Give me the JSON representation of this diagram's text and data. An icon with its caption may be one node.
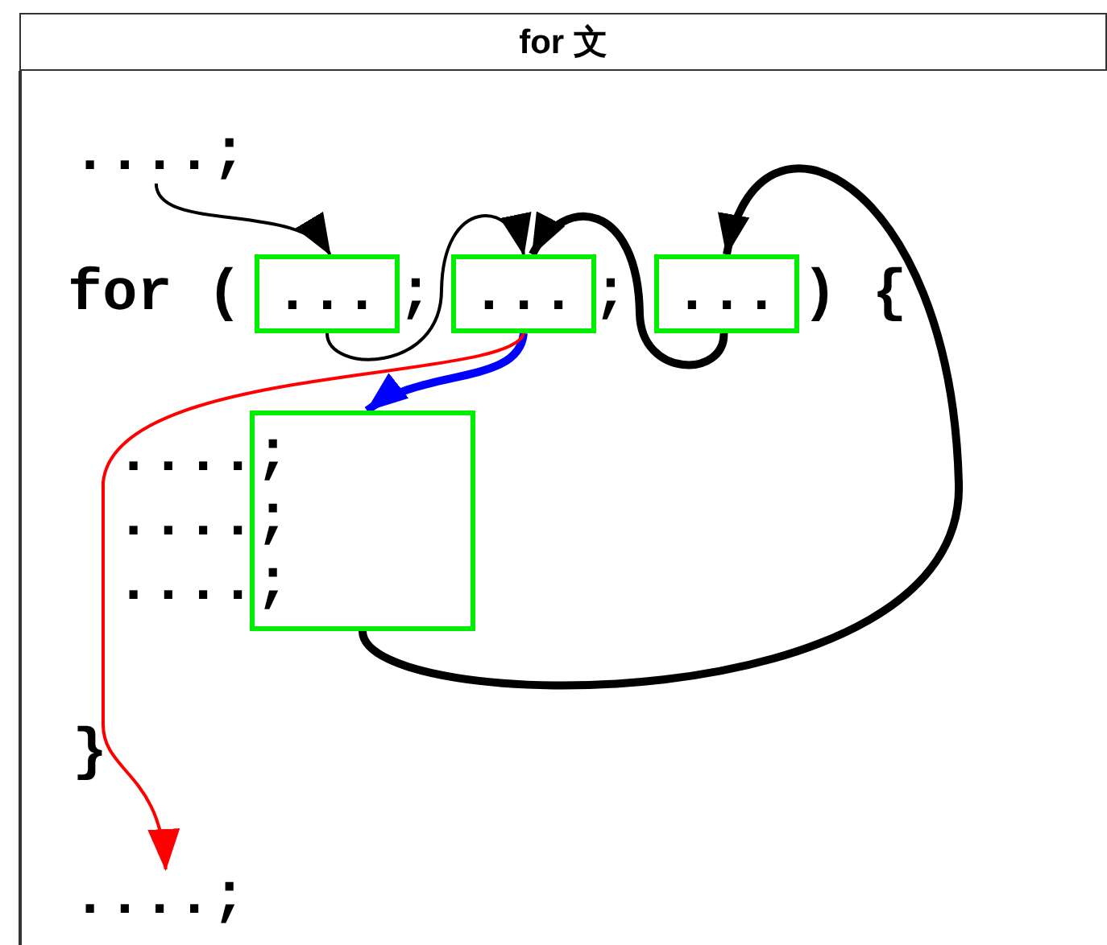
{
  "diagram": {
    "title": "for 文",
    "nodes": [
      {
        "text": [
          "....;"
        ]
      },
      {
        "text": [
          "..."
        ]
      },
      {
        "text": [
          "..."
        ]
      },
      {
        "text": [
          "..."
        ]
      },
      {
        "text": [],
        "shape": "box"
      },
      {
        "text": [
          "....;"
        ]
      }
    ],
    "edges": [
      {
        "from": 0,
        "to": 1,
        "arrow": "to"
      },
      {
        "from": 1,
        "to": 2,
        "arrow": "to"
      },
      {
        "from": 2,
        "to": 4,
        "arrow": "to",
        "style": "thick",
        "color": "#0000ff"
      },
      {
        "from": 2,
        "to": 5,
        "arrow": "to",
        "color": "#ff0000"
      },
      {
        "from": 4,
        "to": 3,
        "arrow": "to",
        "style": "thick"
      },
      {
        "from": 3,
        "to": 2,
        "arrow": "to",
        "style": "thick"
      }
    ],
    "labels": [
      "for (",
      ";",
      ";",
      ") {",
      "....;",
      "....;",
      "....;",
      "}"
    ]
  }
}
